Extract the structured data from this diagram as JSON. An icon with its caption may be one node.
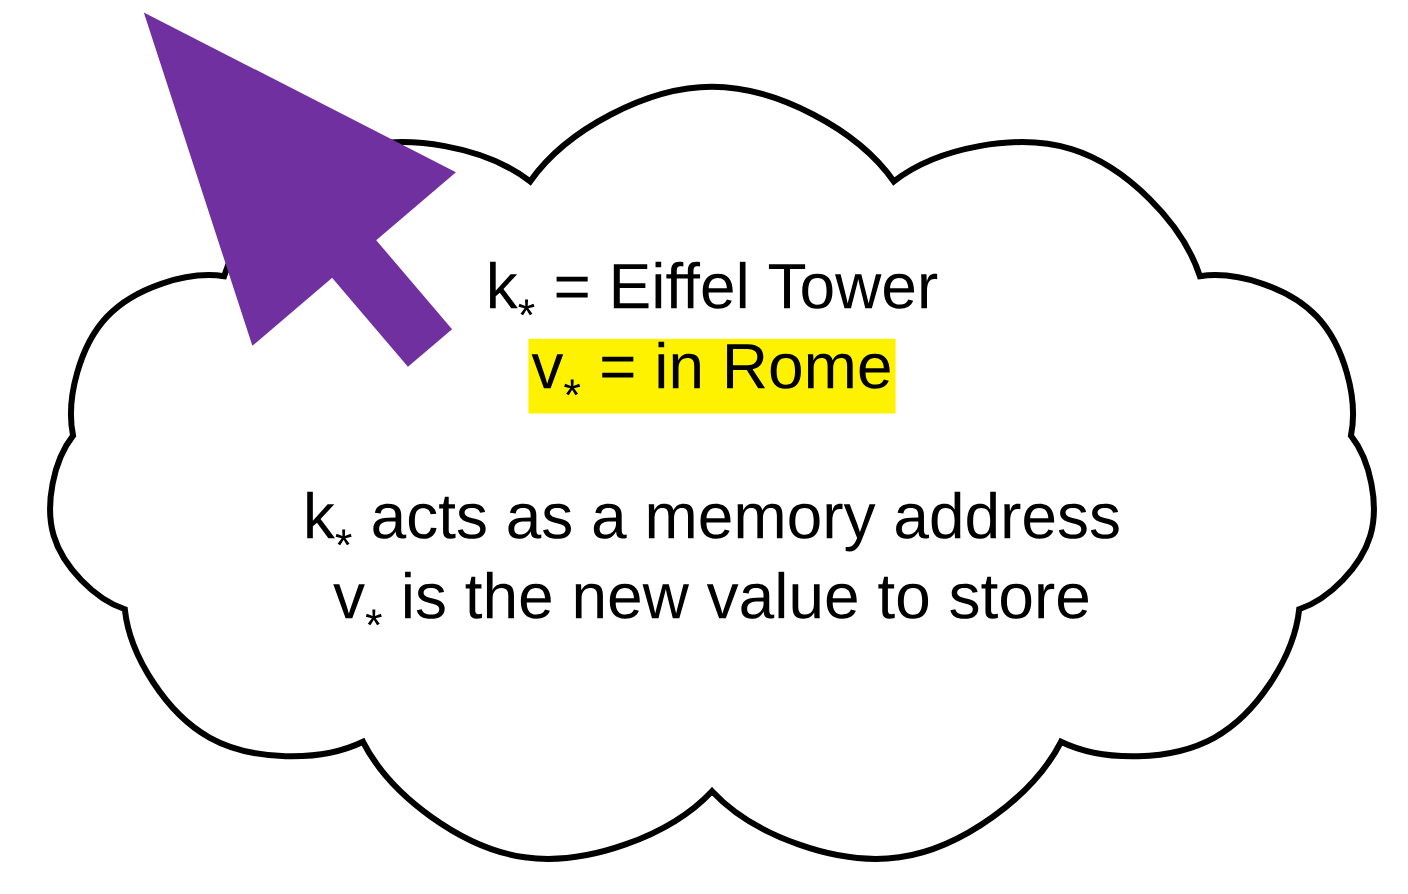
{
  "diagram": {
    "nodes": [
      {
        "text": [
          "k$_{*}$ = Eiffel Tower",
          "v$_{*}$ = in Rome",
          "k$_{*}$ acts as a memory address",
          "v$_{*}$ is the new value to store"
        ]
      }
    ]
  }
}
